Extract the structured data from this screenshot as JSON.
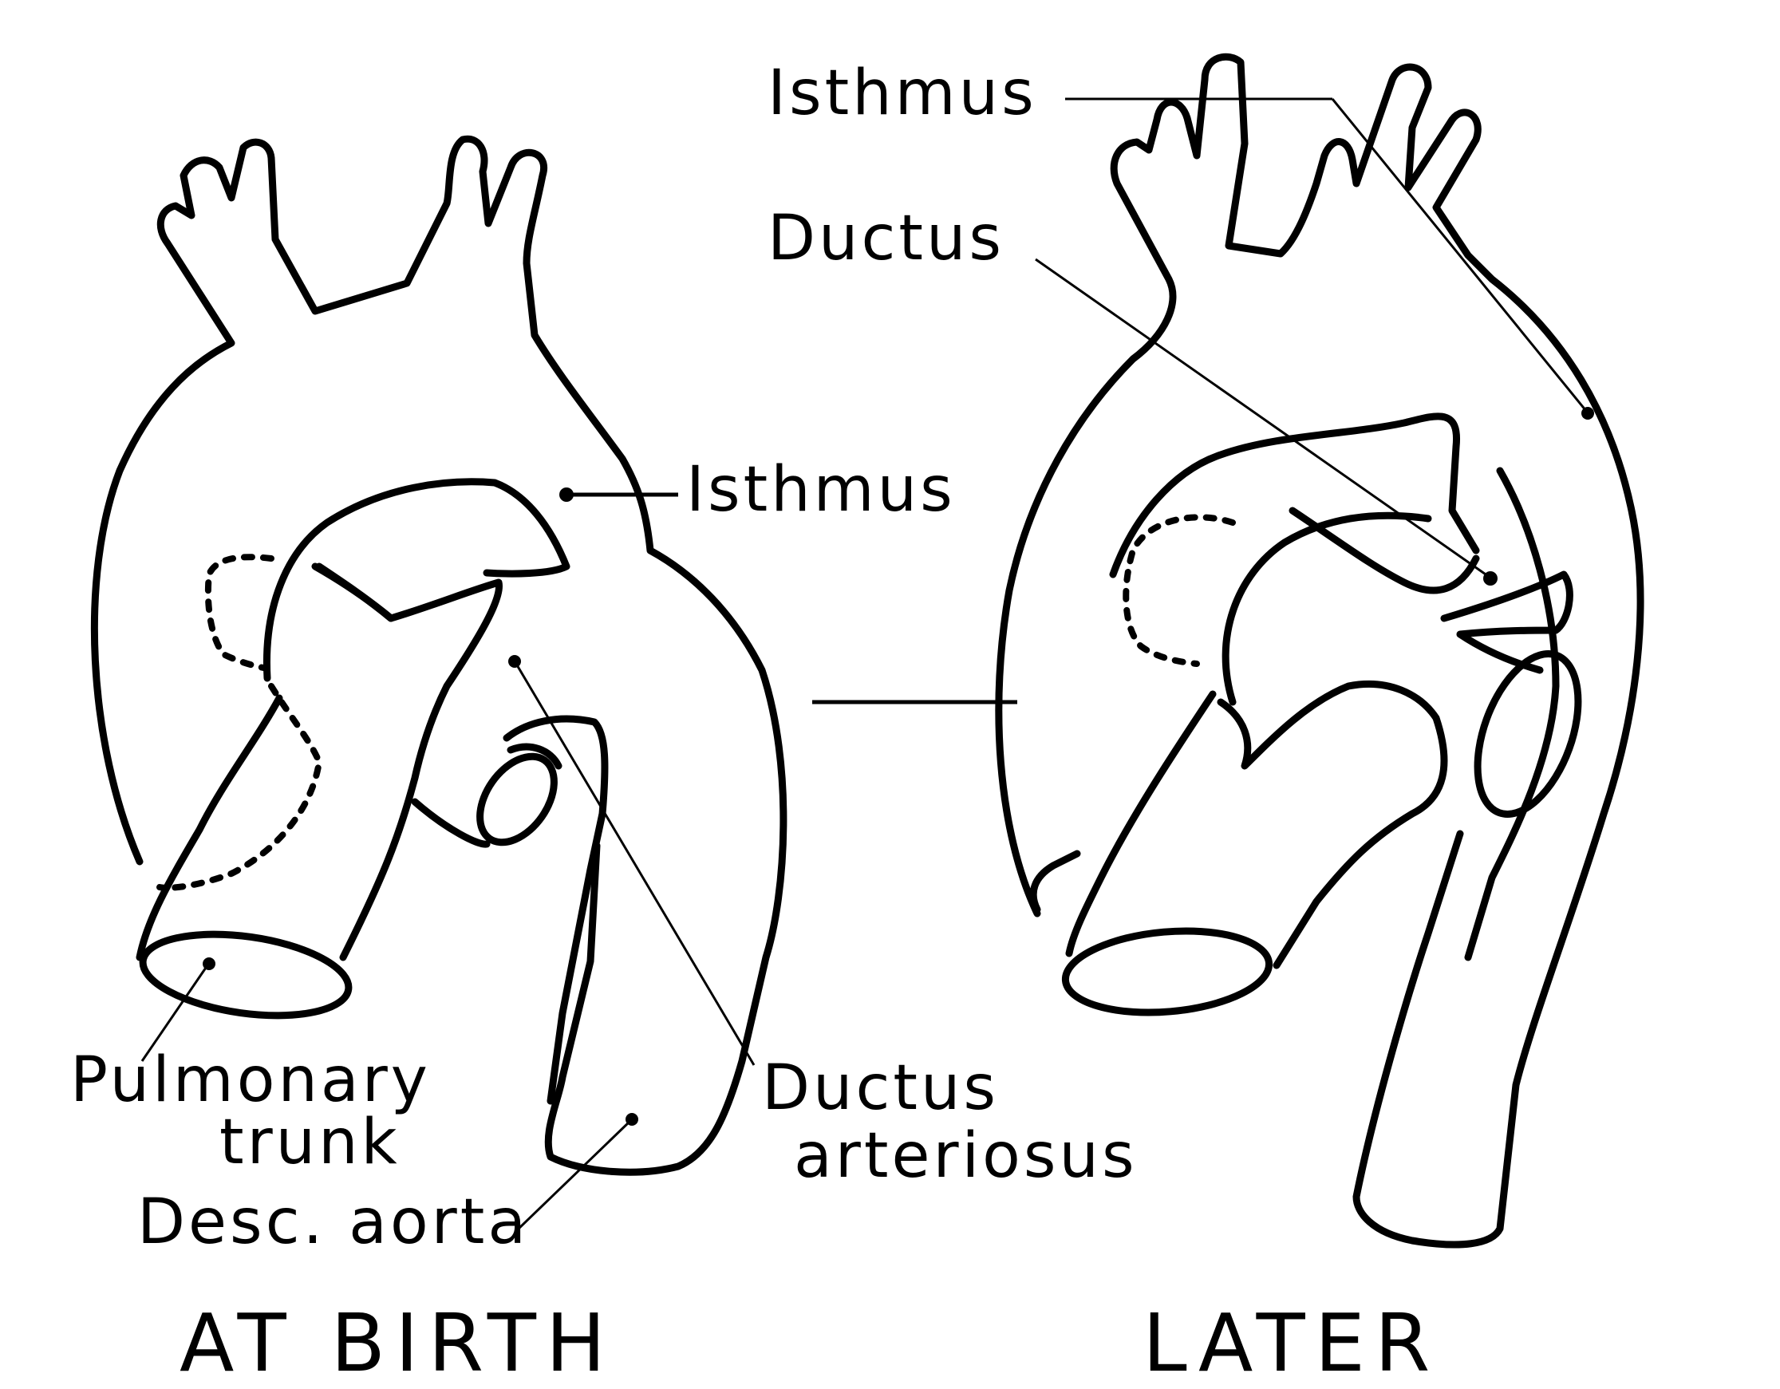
{
  "panels": {
    "at_birth": {
      "caption": "AT BIRTH",
      "labels": {
        "isthmus": "Isthmus",
        "pulmonary_line1": "Pulmonary",
        "pulmonary_line2": "trunk",
        "desc_aorta": "Desc. aorta",
        "ductus_line1": "Ductus",
        "ductus_line2": "arteriosus"
      }
    },
    "later": {
      "caption": "LATER",
      "labels": {
        "isthmus": "Isthmus",
        "ductus": "Ductus"
      }
    }
  }
}
